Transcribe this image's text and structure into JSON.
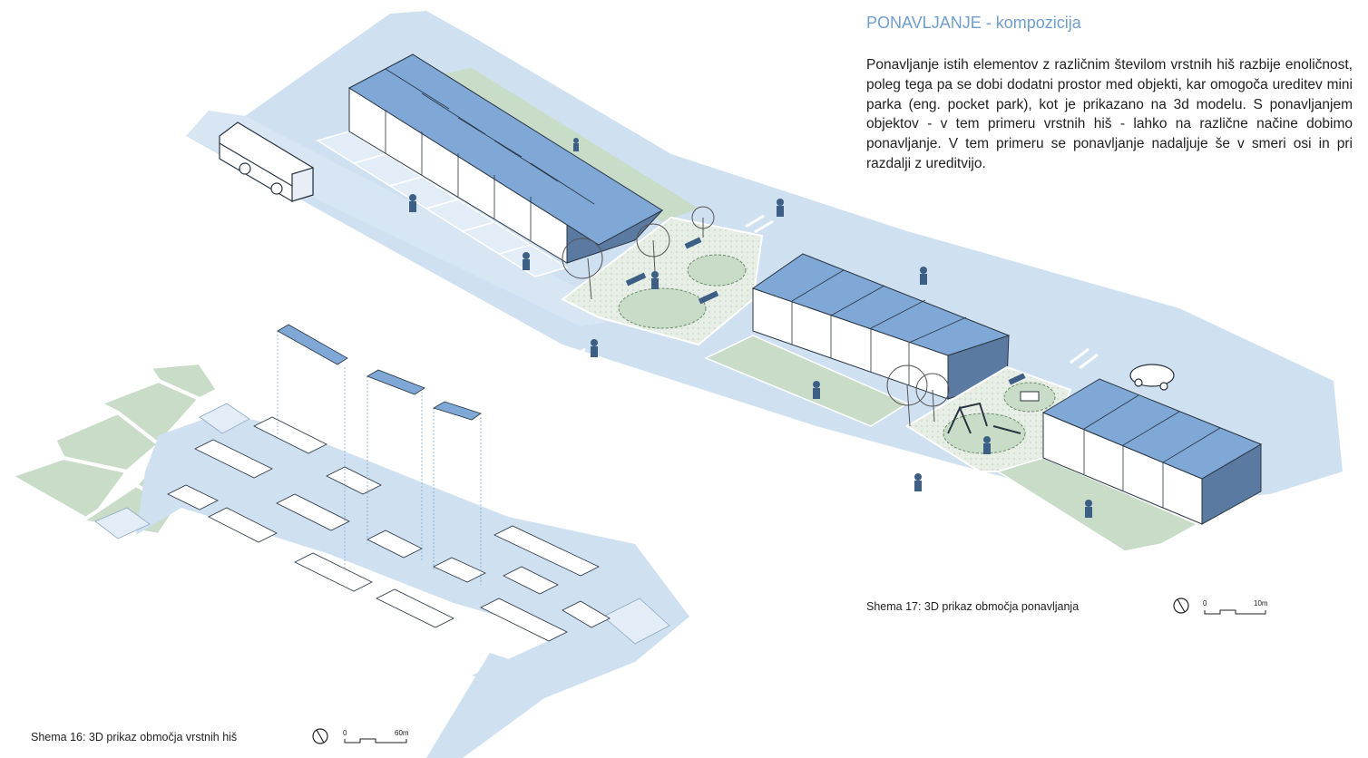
{
  "header": {
    "title": "PONAVLJANJE - kompozicija"
  },
  "description": "Ponavljanje istih elementov z različnim številom vrstnih hiš razbije enoličnost, poleg tega pa se dobi dodatni prostor med objekti, kar omogoča ureditev mini parka (eng. pocket park), kot je prikazano na 3d modelu. S ponavljanjem objektov - v tem primeru vrstnih hiš - lahko na različne načine dobimo ponavljanje. V tem primeru se ponavljanje nadaljuje še v smeri osi in pri razdalji z ureditvijo.",
  "figure_main": {
    "caption": "Shema 17: 3D prikaz območja ponavljanja",
    "scale": {
      "start": "0",
      "end": "10m"
    }
  },
  "figure_small": {
    "caption": "Shema 16: 3D prikaz območja vrstnih hiš",
    "scale": {
      "start": "0",
      "end": "60m"
    }
  },
  "colors": {
    "road": "#cfe0f1",
    "roof": "#7fa8d6",
    "green": "#c8dcc8",
    "park": "#e4ece3",
    "wall": "#ffffff",
    "outline": "#2a3542",
    "accent": "#3d5f86"
  }
}
